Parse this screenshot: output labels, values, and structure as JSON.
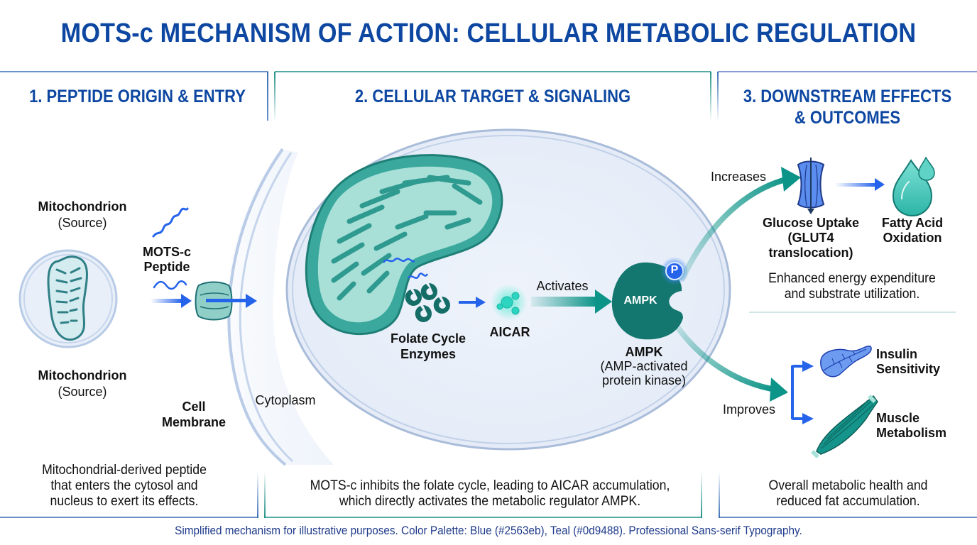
{
  "title": "MOTS-c MECHANISM OF ACTION: CELLULAR METABOLIC REGULATION",
  "colors": {
    "blue": "#2563eb",
    "teal": "#0d9488",
    "title_navy": "#0d47a1"
  },
  "sections": [
    {
      "heading": "1. PEPTIDE ORIGIN & ENTRY",
      "labels": {
        "mito_top_name": "Mitochondrion",
        "mito_top_sub": "(Source)",
        "peptide_line1": "MOTS-c",
        "peptide_line2": "Peptide",
        "mito_bottom_name": "Mitochondrion",
        "mito_bottom_sub": "(Source)",
        "membrane_line1": "Cell",
        "membrane_line2": "Membrane"
      },
      "description": [
        "Mitochondrial-derived peptide",
        "that enters the cytosol and",
        "nucleus to exert its effects."
      ]
    },
    {
      "heading": "2. CELLULAR TARGET & SIGNALING",
      "labels": {
        "cytoplasm": "Cytoplasm",
        "folate_line1": "Folate Cycle",
        "folate_line2": "Enzymes",
        "aicar": "AICAR",
        "activates": "Activates",
        "ampk_inner": "AMPK",
        "phospho": "P",
        "ampk_name": "AMPK",
        "ampk_full_line1": "(AMP-activated",
        "ampk_full_line2": "protein kinase)"
      },
      "description": [
        "MOTS-c inhibits the folate cycle, leading to AICAR accumulation,",
        "which directly activates the metabolic regulator AMPK."
      ]
    },
    {
      "heading_line1": "3. DOWNSTREAM EFFECTS",
      "heading_line2": "& OUTCOMES",
      "labels": {
        "increases": "Increases",
        "glucose_line1": "Glucose Uptake",
        "glucose_line2": "(GLUT4",
        "glucose_line3": "translocation)",
        "fatty_line1": "Fatty Acid",
        "fatty_line2": "Oxidation",
        "energy_line1": "Enhanced energy expenditure",
        "energy_line2": "and substrate utilization.",
        "improves": "Improves",
        "insulin_line1": "Insulin",
        "insulin_line2": "Sensitivity",
        "muscle_line1": "Muscle",
        "muscle_line2": "Metabolism"
      },
      "description": [
        "Overall metabolic health and",
        "reduced fat accumulation."
      ]
    }
  ],
  "footer": "Simplified mechanism for illustrative purposes. Color Palette: Blue (#2563eb), Teal (#0d9488). Professional Sans-serif Typography."
}
